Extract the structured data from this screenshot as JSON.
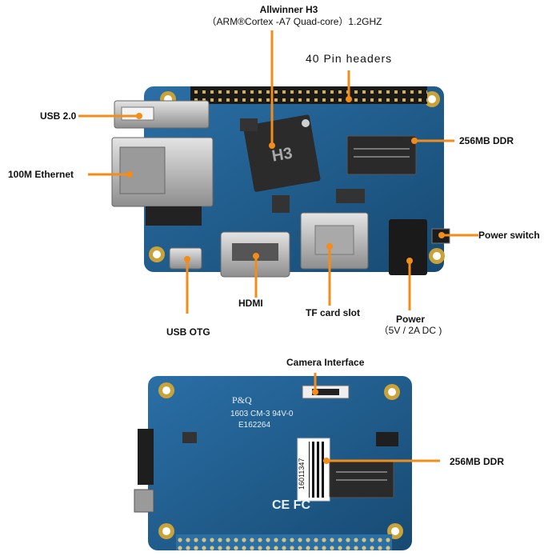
{
  "labels": {
    "cpu_line1": "Allwinner H3",
    "cpu_line2": "（ARM®Cortex  -A7 Quad-core）1.2GHZ",
    "gpio": "40 Pin headers",
    "usb2": "USB 2.0",
    "ddr_top": "256MB DDR",
    "ethernet": "100M Ethernet",
    "power_switch": "Power switch",
    "hdmi": "HDMI",
    "tf_card": "TF card slot",
    "power_line1": "Power",
    "power_line2": "（5V / 2A DC )",
    "usb_otg": "USB OTG",
    "camera": "Camera Interface",
    "ddr_bottom": "256MB DDR"
  },
  "board_markings": {
    "soc_text": "H3",
    "pq_text": "P&Q",
    "rating_text": "1603 CM-3 94V-0",
    "cert_text": "E162264",
    "barcode_text": "16011347",
    "ce_text": "CE FC"
  },
  "colors": {
    "pcb": "#1f5f92",
    "pcb_dark": "#174a72",
    "leader": "#f28c1a",
    "metal": "#bdbdbd",
    "chip": "#2a2a2a",
    "gold": "#c9a23a"
  }
}
